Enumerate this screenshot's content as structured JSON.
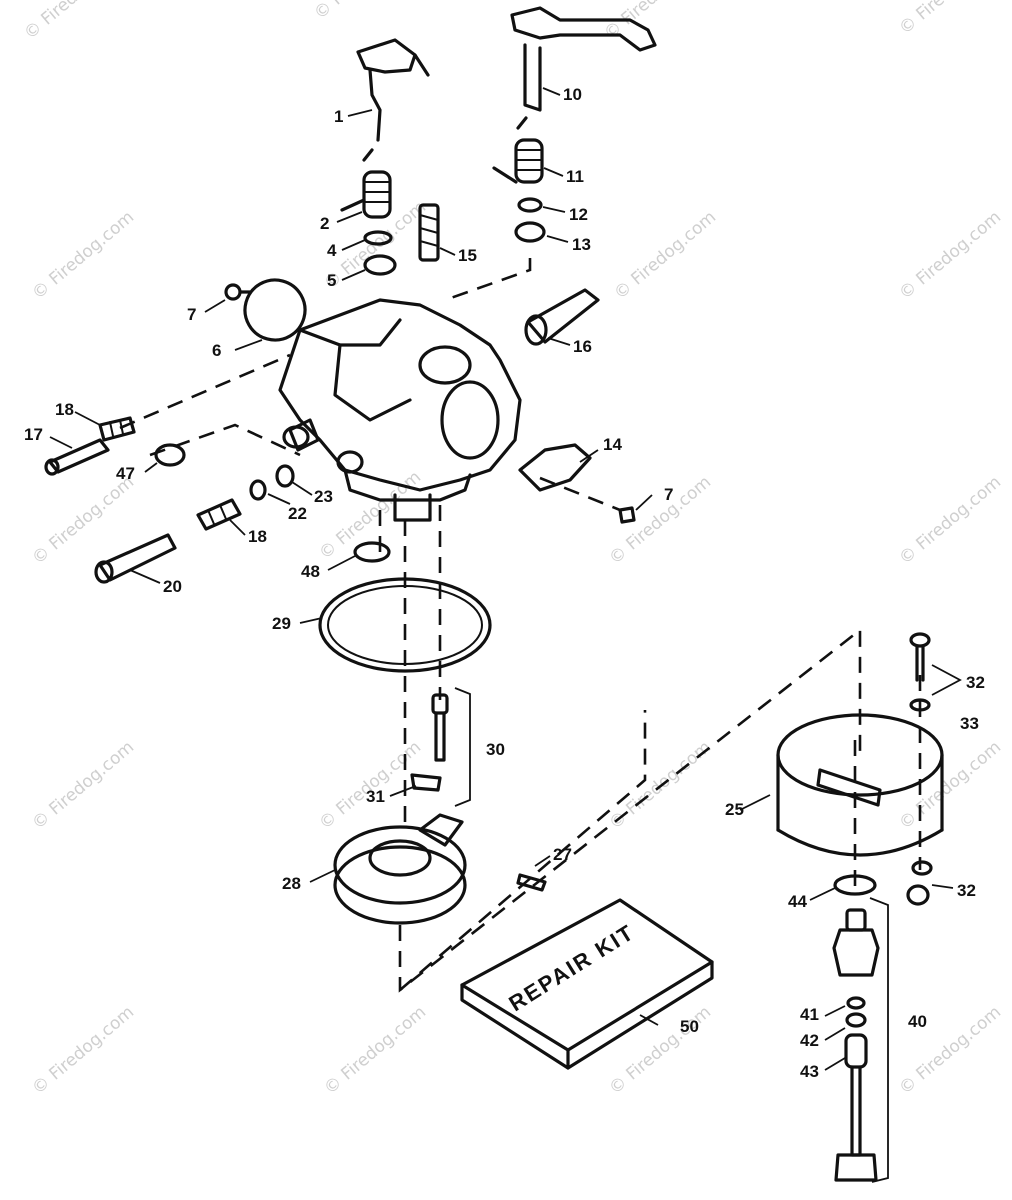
{
  "watermark": "© Firedog.com",
  "callouts": {
    "p1": "1",
    "p2": "2",
    "p4": "4",
    "p5": "5",
    "p6": "6",
    "p7a": "7",
    "p7b": "7",
    "p10": "10",
    "p11": "11",
    "p12": "12",
    "p13": "13",
    "p14": "14",
    "p15": "15",
    "p16": "16",
    "p17": "17",
    "p18a": "18",
    "p18b": "18",
    "p20": "20",
    "p22": "22",
    "p23": "23",
    "p25": "25",
    "p27": "27",
    "p28": "28",
    "p29": "29",
    "p30": "30",
    "p31": "31",
    "p32a": "32",
    "p32b": "32",
    "p33": "33",
    "p40": "40",
    "p41": "41",
    "p42": "42",
    "p43": "43",
    "p44": "44",
    "p47": "47",
    "p48": "48",
    "p50": "50"
  },
  "repair_kit_label": "REPAIR KIT"
}
